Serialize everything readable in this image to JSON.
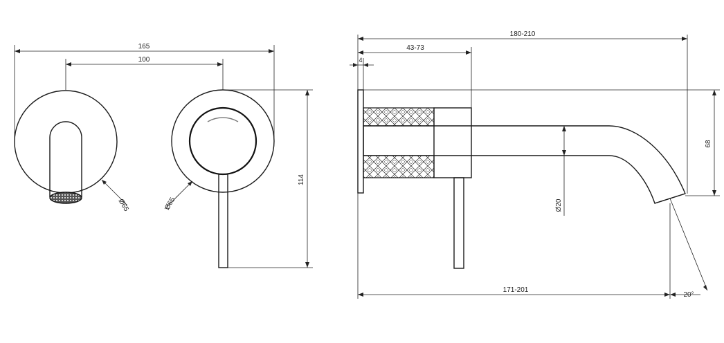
{
  "colors": {
    "line": "#1a1a1a",
    "background": "#ffffff"
  },
  "front_view": {
    "overall_width": "165",
    "centers_distance": "100",
    "height": "114",
    "spout_plate_diameter": "Ø65",
    "handle_plate_diameter": "Ø65"
  },
  "side_view": {
    "projection": "180-210",
    "handle_offset": "43-73",
    "plate_thickness": "4",
    "spout_height": "68",
    "tube_diameter": "Ø20",
    "reach": "171-201",
    "outlet_angle": "20°"
  }
}
